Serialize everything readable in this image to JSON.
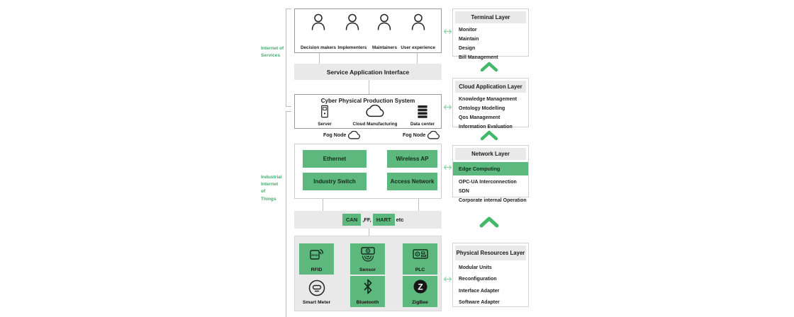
{
  "colors": {
    "green": "#5cb87c",
    "chevron_green": "#43b868",
    "arrow_green": "#8ed2a6",
    "label_green": "#42ab70",
    "bar_gray": "#e9e9e9"
  },
  "left_labels": {
    "internet_of_services": "Internet of\nServices",
    "industrial_internet_of_things": "Industrial\nInternet\nof\nThings"
  },
  "stakeholders": [
    "Decision makers",
    "Implementers",
    "Maintainers",
    "User experience"
  ],
  "service_interface": {
    "label": "Service Application Interface"
  },
  "cpps": {
    "title": "Cyber Physical Production System",
    "nodes": [
      "Server",
      "Cloud Manufacturing",
      "Data center"
    ]
  },
  "fog_nodes": {
    "left": "Fog Node",
    "right": "Fog Node"
  },
  "network_box": {
    "buttons": [
      "Ethernet",
      "Wireless AP",
      "Industry Switch",
      "Access Network"
    ]
  },
  "fieldbus_bar": {
    "chip1": "CAN",
    "sep": ",FF,",
    "chip2": "HART",
    "suffix": "etc"
  },
  "device_box": {
    "tiles": [
      "RFID",
      "Sensor",
      "PLC",
      "Smart Meter",
      "Bluetooth",
      "ZigBee"
    ]
  },
  "layers": [
    {
      "title": "Terminal Layer",
      "items": [
        "Monitor",
        "Maintain",
        "Design",
        "Bill Management"
      ]
    },
    {
      "title": "Cloud Application Layer",
      "items": [
        "Knowledge Management",
        "Ontology Modelling",
        "Qos Management",
        "Information Evaluation"
      ]
    },
    {
      "title": "Network Layer",
      "highlight": "Edge Computing",
      "items": [
        "OPC-UA Interconnection",
        "SDN",
        "Corporate internal Operation"
      ]
    },
    {
      "title": "Physical Resources Layer",
      "items": [
        "Modular Units",
        "Reconfiguration",
        "Interface Adapter",
        "Software Adapter"
      ]
    }
  ]
}
